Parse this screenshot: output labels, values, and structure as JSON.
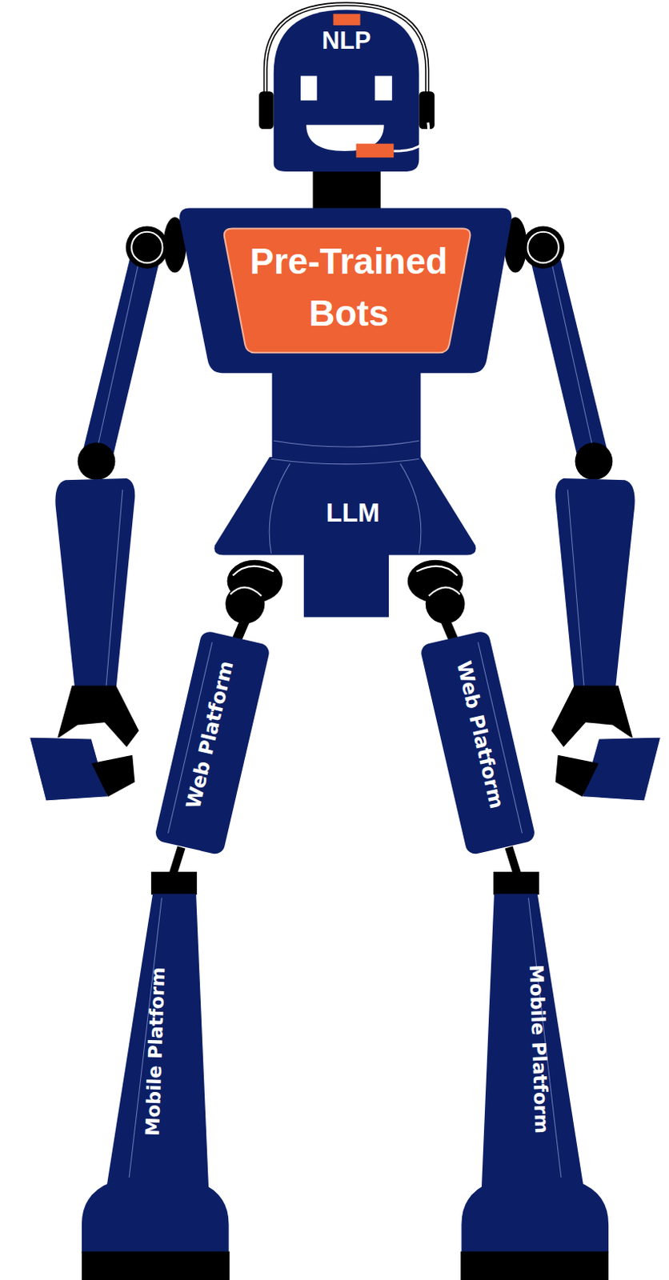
{
  "diagram": {
    "nodes": [
      {
        "text": [
          "NLP"
        ]
      },
      {
        "text": [
          "Pre-Trained Bots"
        ]
      },
      {
        "text": [
          "LLM"
        ]
      },
      {
        "text": [
          "Web Platform"
        ]
      },
      {
        "text": [
          "Web Platform"
        ]
      },
      {
        "text": [
          "Mobile Platform"
        ]
      },
      {
        "text": [
          "Mobile Platform"
        ]
      }
    ]
  }
}
